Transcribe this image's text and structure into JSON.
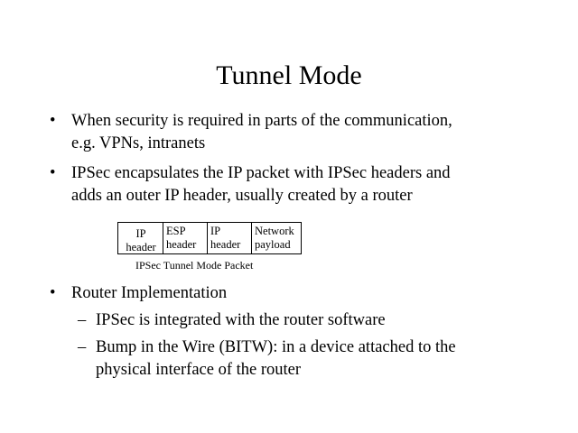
{
  "slide": {
    "title": "Tunnel Mode",
    "bullet_marker": "•",
    "dash_marker": "–",
    "bullets": [
      {
        "line1": "When security is required in parts of the communication,",
        "line2": "e.g. VPNs, intranets"
      },
      {
        "line1": "IPSec encapsulates the IP packet with IPSec headers and",
        "line2": "adds an outer IP header, usually created by a router"
      },
      {
        "line1": "Router Implementation"
      }
    ],
    "sub_bullets": [
      {
        "line1": "IPSec is integrated with the router software"
      },
      {
        "line1": "Bump in the Wire (BITW):  in a device attached to the",
        "line2": "physical interface of the router"
      }
    ]
  },
  "packet_diagram": {
    "cells": [
      {
        "line1": "IP",
        "line2": "header"
      },
      {
        "line1": "ESP",
        "line2": "header"
      },
      {
        "line1": "IP",
        "line2": "header"
      },
      {
        "line1": "Network",
        "line2": "payload"
      }
    ],
    "caption": "IPSec Tunnel Mode Packet"
  }
}
